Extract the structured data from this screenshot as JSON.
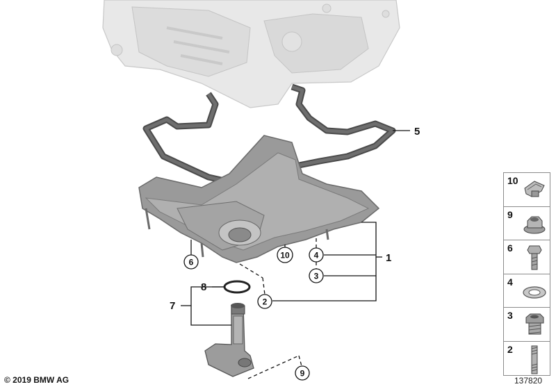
{
  "callouts": {
    "c1": "1",
    "c2": "2",
    "c3": "3",
    "c4": "4",
    "c5": "5",
    "c6": "6",
    "c7": "7",
    "c8": "8",
    "c9": "9",
    "c10": "10"
  },
  "legend": {
    "items": [
      {
        "num": "10",
        "icon": "clip-nut-icon"
      },
      {
        "num": "9",
        "icon": "flange-nut-icon"
      },
      {
        "num": "6",
        "icon": "hex-bolt-icon"
      },
      {
        "num": "4",
        "icon": "sealing-washer-icon"
      },
      {
        "num": "3",
        "icon": "drain-plug-icon"
      },
      {
        "num": "2",
        "icon": "stud-bolt-icon"
      }
    ]
  },
  "footer": {
    "copyright": "© 2019 BMW AG",
    "diagram_id": "137820"
  },
  "colors": {
    "engine_block": "#e6e6e6",
    "oil_pan": "#8f8f8f",
    "gasket": "#4a4a4a",
    "line": "#111111"
  }
}
